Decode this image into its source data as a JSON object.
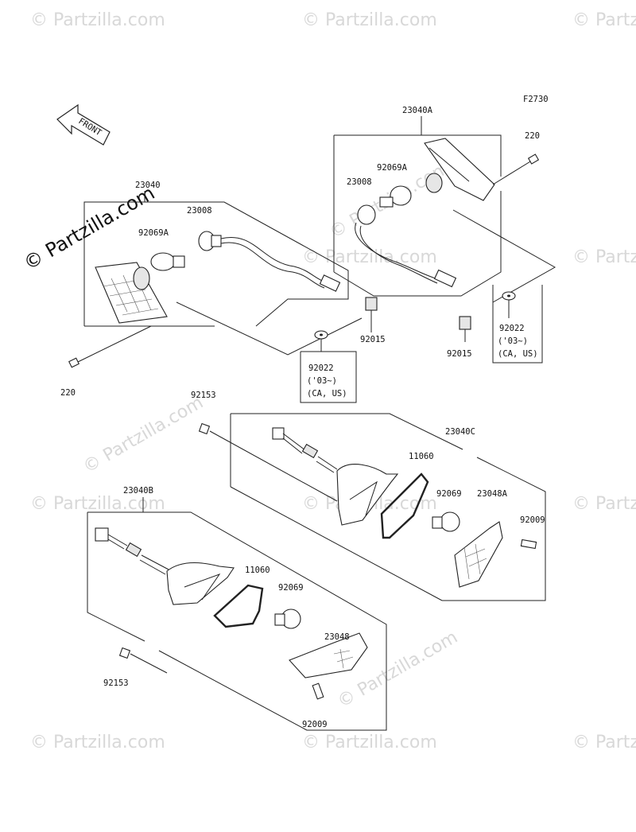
{
  "figure_code": "F2730",
  "front_label": "FRONT",
  "watermark": "© Partzilla.com",
  "watermark_repeat": "© Partzilla.com",
  "labels": {
    "l_23040": "23040",
    "l_23008_left": "23008",
    "l_92069A_left": "92069A",
    "l_220_left": "220",
    "l_92015_left": "92015",
    "l_92022_left": "92022",
    "l_03_left": "('03~)",
    "l_caus_left": "(CA, US)",
    "l_23040A": "23040A",
    "l_220_right": "220",
    "l_92069A_right": "92069A",
    "l_23008_right": "23008",
    "l_92015_right": "92015",
    "l_92022_right": "92022",
    "l_03_right": "('03~)",
    "l_caus_right": "(CA, US)",
    "l_92153_top": "92153",
    "l_23040C": "23040C",
    "l_11060_top": "11060",
    "l_92069_top": "92069",
    "l_23048A": "23048A",
    "l_92009_right": "92009",
    "l_23040B": "23040B",
    "l_11060_bottom": "11060",
    "l_92069_bottom": "92069",
    "l_23048": "23048",
    "l_92153_bottom": "92153",
    "l_92009_bottom": "92009"
  }
}
